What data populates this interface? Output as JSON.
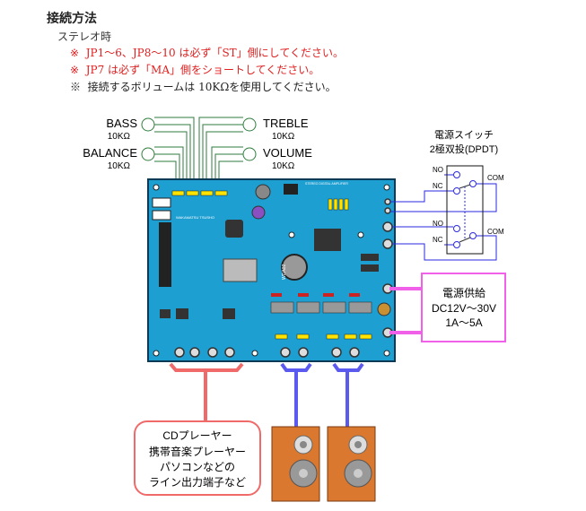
{
  "heading": "接続方法",
  "subheading": "ステレオ時",
  "notes": [
    {
      "mark": "※",
      "text": "JP1～6、JP8～10 は必ず「ST」側にしてください。",
      "color": "#e02020"
    },
    {
      "mark": "※",
      "text": "JP7 は必ず「MA」側をショートしてください。",
      "color": "#e02020"
    },
    {
      "mark": "※",
      "text": "接続するボリュームは 10KΩを使用してください。",
      "color": "#222222"
    }
  ],
  "pots": [
    {
      "name": "BASS",
      "value": "10KΩ"
    },
    {
      "name": "TREBLE",
      "value": "10KΩ"
    },
    {
      "name": "BALANCE",
      "value": "10KΩ"
    },
    {
      "name": "VOLUME",
      "value": "10KΩ"
    }
  ],
  "switch": {
    "title": "電源スイッチ",
    "subtitle": "2極双投(DPDT)",
    "no": "NO",
    "nc": "NC",
    "com": "COM"
  },
  "power": {
    "title": "電源供給",
    "voltage": "DC12V～30V",
    "current": "1A～5A"
  },
  "input": {
    "lines": [
      "CDプレーヤー",
      "携帯音楽プレーヤー",
      "パソコンなどの",
      "ライン出力端子など"
    ]
  },
  "board": {
    "brand": "WAKAMATSU TSUSHO",
    "model": "WDA02",
    "desc": "STEREO DIGITAL AMPLIFIER"
  },
  "colors": {
    "board": "#1e9fd2",
    "input_wire": "#f06a6a",
    "speaker_wire": "#5a5af0",
    "power_wire": "#f060e8",
    "switch_wire": "#2a2ae0",
    "pot_wire": "#2e7d3c"
  }
}
